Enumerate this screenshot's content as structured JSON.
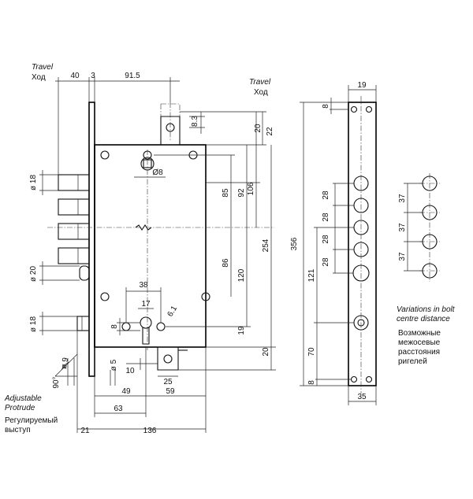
{
  "labels": {
    "travel_left_en": "Travel",
    "travel_left_ru": "Ход",
    "travel_right_en": "Travel",
    "travel_right_ru": "Ход",
    "adjustable_en_1": "Adjustable",
    "adjustable_en_2": "Protrude",
    "adjustable_ru_1": "Регулируемый",
    "adjustable_ru_2": "выступ",
    "variations_en_1": "Variations in bolt",
    "variations_en_2": "centre distance",
    "variations_ru_1": "Возможные",
    "variations_ru_2": "межосевые",
    "variations_ru_3": "расстояния",
    "variations_ru_4": "ригелей"
  },
  "dimensions": {
    "d40": "40",
    "d3": "3",
    "d91_5": "91.5",
    "d8_3": "8.3",
    "d20_top": "20",
    "d22": "22",
    "dia18_top": "ø 18",
    "dia8": "Ø8",
    "d85": "85",
    "d92": "92",
    "d106": "106",
    "d254": "254",
    "d356": "356",
    "d86": "86",
    "d120": "120",
    "dia20": "ø 20",
    "dia18_bot": "ø 18",
    "d38": "38",
    "d17": "17",
    "d6_1": "6.1",
    "d8_cyl": "8",
    "d19_bot": "19",
    "d20_bot": "20",
    "d10": "10",
    "d25": "25",
    "dia5": "ø 5",
    "dia9": "ø 9",
    "deg90": "90°",
    "d49": "49",
    "d59": "59",
    "d63": "63",
    "d21": "21",
    "d136": "136",
    "d19_top": "19",
    "d8_top": "8",
    "d28_a": "28",
    "d28_b": "28",
    "d28_c": "28",
    "d28_d": "28",
    "d121": "121",
    "d70": "70",
    "d8_bot": "8",
    "d35": "35",
    "d37_a": "37",
    "d37_b": "37",
    "d37_c": "37"
  }
}
